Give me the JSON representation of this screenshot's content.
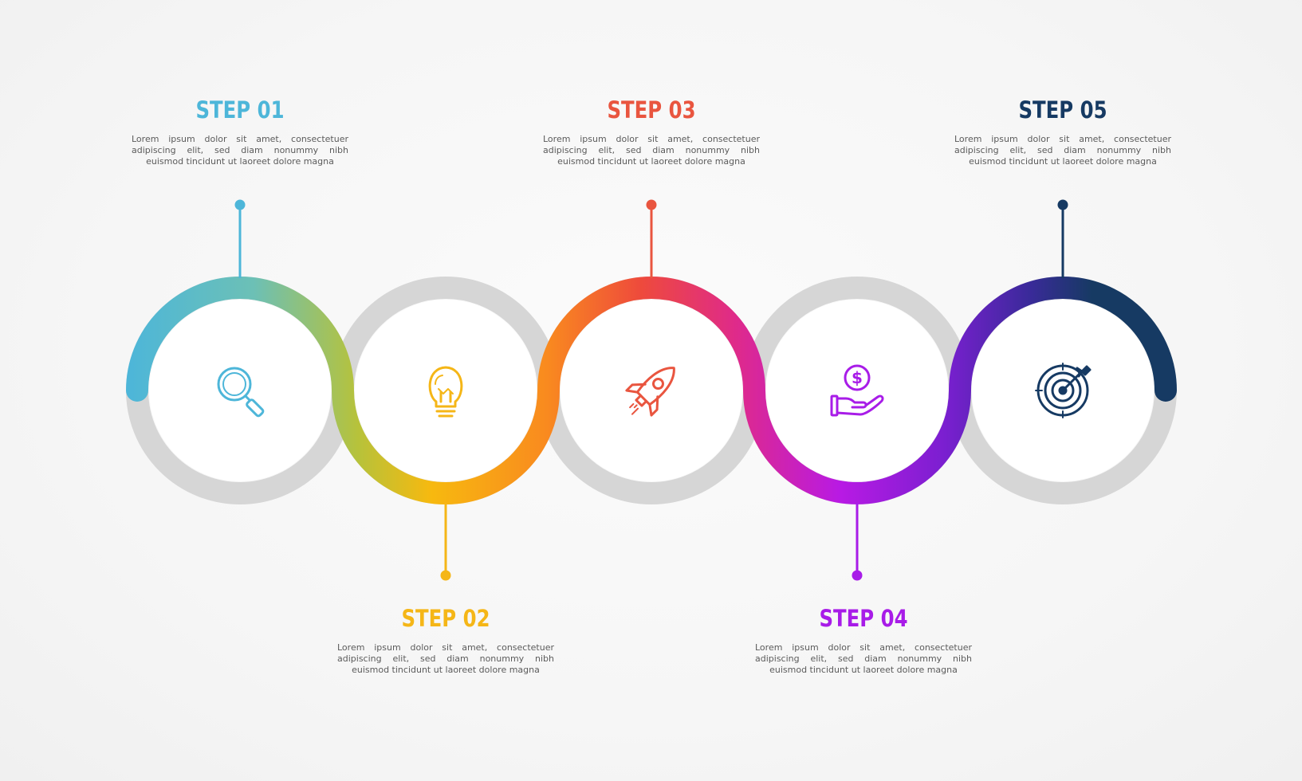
{
  "steps": [
    {
      "title": "STEP 01",
      "color": "#4db6d9",
      "icon": "magnifier-icon",
      "desc": [
        "Lorem ipsum dolor sit amet, consectetuer",
        "adipiscing elit, sed diam nonummy nibh",
        "euismod tincidunt ut laoreet dolore magna"
      ]
    },
    {
      "title": "STEP 02",
      "color": "#f5b617",
      "icon": "lightbulb-icon",
      "desc": [
        "Lorem ipsum dolor sit amet, consectetuer",
        "adipiscing elit, sed diam nonummy nibh",
        "euismod tincidunt ut laoreet dolore magna"
      ]
    },
    {
      "title": "STEP 03",
      "color": "#e9553f",
      "icon": "rocket-icon",
      "desc": [
        "Lorem ipsum dolor sit amet, consectetuer",
        "adipiscing elit, sed diam nonummy nibh",
        "euismod tincidunt ut laoreet dolore magna"
      ]
    },
    {
      "title": "STEP 04",
      "color": "#a81ce8",
      "icon": "hand-coin-icon",
      "desc": [
        "Lorem ipsum dolor sit amet, consectetuer",
        "adipiscing elit, sed diam nonummy nibh",
        "euismod tincidunt ut laoreet dolore magna"
      ]
    },
    {
      "title": "STEP 05",
      "color": "#163a63",
      "icon": "target-icon",
      "desc": [
        "Lorem ipsum dolor sit amet, consectetuer",
        "adipiscing elit, sed diam nonummy nibh",
        "euismod tincidunt ut laoreet dolore magna"
      ]
    }
  ],
  "colors": {
    "track_gray": "#d6d6d6",
    "circle_fill": "#ffffff",
    "text_gray": "#5b5b5b"
  }
}
